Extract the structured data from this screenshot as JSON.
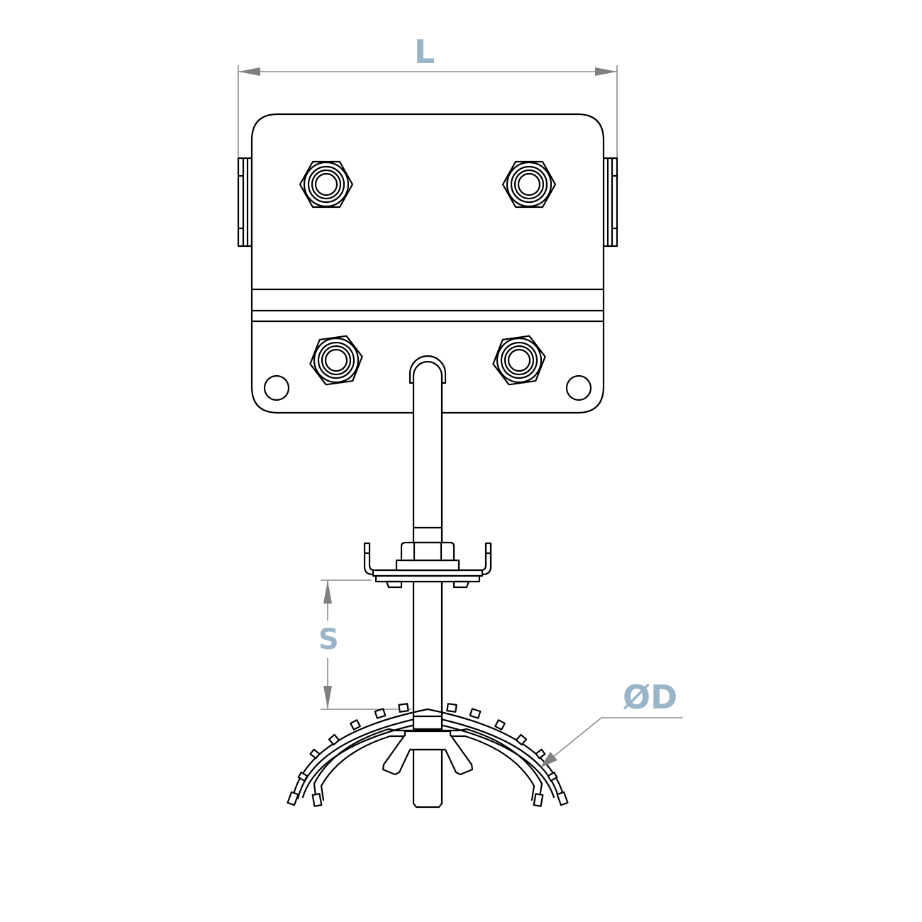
{
  "drawing": {
    "title": "Cable hanger with mounting bracket and saddle clamp",
    "line_color": "#000000",
    "dimension_line_color": "#8a8a8a",
    "dimension_label_color": "#9bb5c8"
  },
  "dimensions": {
    "length": {
      "label": "L",
      "description": "overall bracket width"
    },
    "spacing": {
      "label": "S",
      "description": "distance from clamp plate to saddle top"
    },
    "diameter": {
      "label": "ØD",
      "description": "saddle / cable diameter"
    }
  },
  "parts": {
    "bracket": "mounting plate with 4 hex nuts and 2 holes",
    "rod": "threaded rod",
    "clamp": "U-clip with hex nut and washer",
    "saddle": "curved toothed saddle with wing nut"
  }
}
